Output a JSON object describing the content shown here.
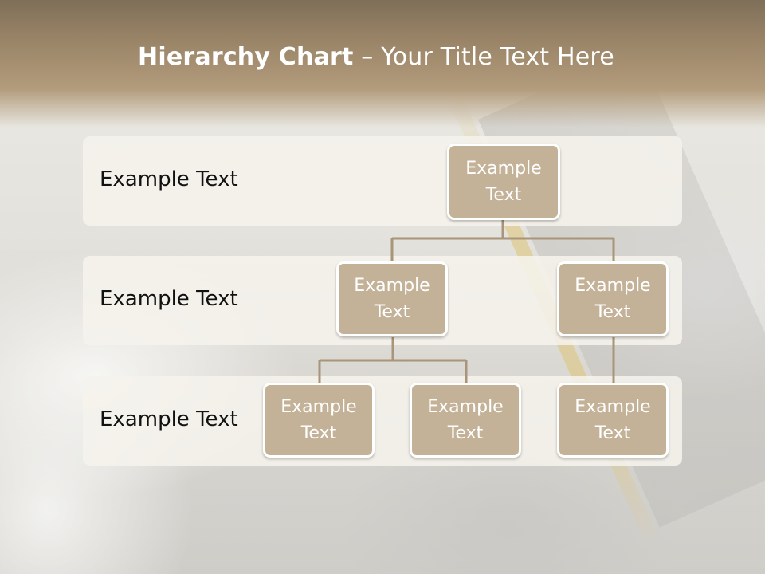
{
  "slide": {
    "title_bold": "Hierarchy Chart",
    "title_rest": " – Your Title Text Here"
  },
  "bands": [
    {
      "label": "Example Text"
    },
    {
      "label": "Example Text"
    },
    {
      "label": "Example Text"
    }
  ],
  "nodes": {
    "root": {
      "line1": "Example",
      "line2": "Text"
    },
    "level2_left": {
      "line1": "Example",
      "line2": "Text"
    },
    "level2_right": {
      "line1": "Example",
      "line2": "Text"
    },
    "level3_a": {
      "line1": "Example",
      "line2": "Text"
    },
    "level3_b": {
      "line1": "Example",
      "line2": "Text"
    },
    "level3_c": {
      "line1": "Example",
      "line2": "Text"
    }
  },
  "colors": {
    "node_fill": "#c4b298",
    "connector": "#a8957a",
    "title_band": "#9c8669"
  }
}
